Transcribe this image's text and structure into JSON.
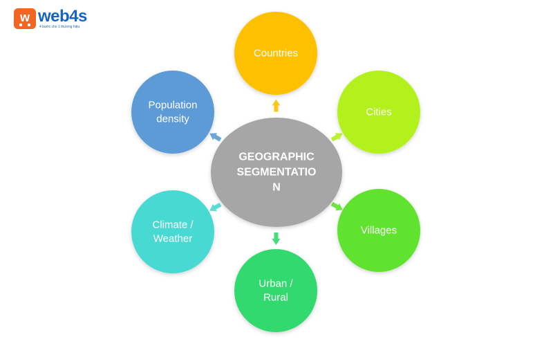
{
  "logo": {
    "name": "web4s",
    "tagline": "4 bước cho 1 thương hiệu",
    "color": "#1565c0",
    "badge_color": "#f26522"
  },
  "diagram": {
    "center": {
      "lines": [
        "GEOGRAPHIC",
        "SEGMENTATIO",
        "N"
      ],
      "color": "#a6a6a6"
    },
    "nodes": [
      {
        "id": "countries",
        "lines": [
          "Countries"
        ],
        "color": "#ffc000",
        "arrow_color": "#ffc000"
      },
      {
        "id": "cities",
        "lines": [
          "Cities"
        ],
        "color": "#b2f11d",
        "arrow_color": "#b2f11d"
      },
      {
        "id": "villages",
        "lines": [
          "Villages"
        ],
        "color": "#5fe32f",
        "arrow_color": "#5fe32f"
      },
      {
        "id": "urban-rural",
        "lines": [
          "Urban /",
          "Rural"
        ],
        "color": "#33d96e",
        "arrow_color": "#33d96e"
      },
      {
        "id": "climate-weather",
        "lines": [
          "Climate /",
          "Weather"
        ],
        "color": "#48d9d3",
        "arrow_color": "#48d9d3"
      },
      {
        "id": "population-density",
        "lines": [
          "Population",
          "density"
        ],
        "color": "#5b9bd5",
        "arrow_color": "#5b9bd5"
      }
    ]
  }
}
